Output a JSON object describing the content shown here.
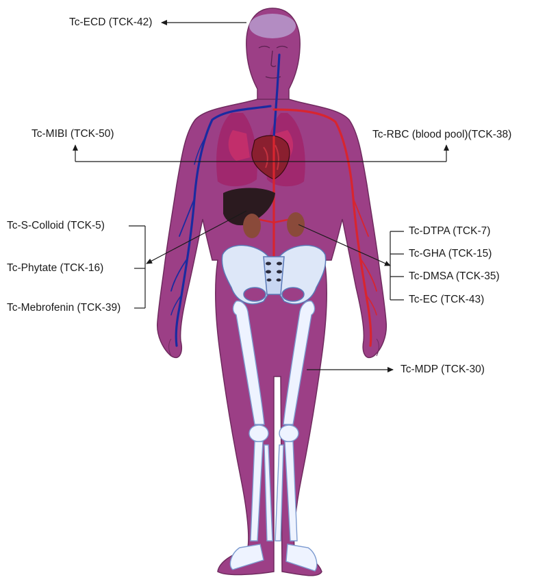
{
  "labels": {
    "ecd": "Tc-ECD (TCK-42)",
    "mibi": "Tc-MIBI (TCK-50)",
    "rbc": "Tc-RBC (blood pool)(TCK-38)",
    "s_colloid": "Tc-S-Colloid (TCK-5)",
    "phytate": "Tc-Phytate (TCK-16)",
    "mebrofenin": "Tc-Mebrofenin (TCK-39)",
    "dtpa": "Tc-DTPA (TCK-7)",
    "gha": "Tc-GHA (TCK-15)",
    "dmsa": "Tc-DMSA (TCK-35)",
    "ec": "Tc-EC (TCK-43)",
    "mdp": "Tc-MDP (TCK-30)"
  },
  "colors": {
    "body": "#9c3f86",
    "body_dark": "#7a2c68",
    "vein": "#1a2ba0",
    "artery": "#d8252f",
    "lung": "#b0206a",
    "liver": "#2b1a1f",
    "kidney": "#8a4a3a",
    "bone": "#eef3ff",
    "bone_shade": "#9bb6e3",
    "line": "#1a1a1a"
  }
}
